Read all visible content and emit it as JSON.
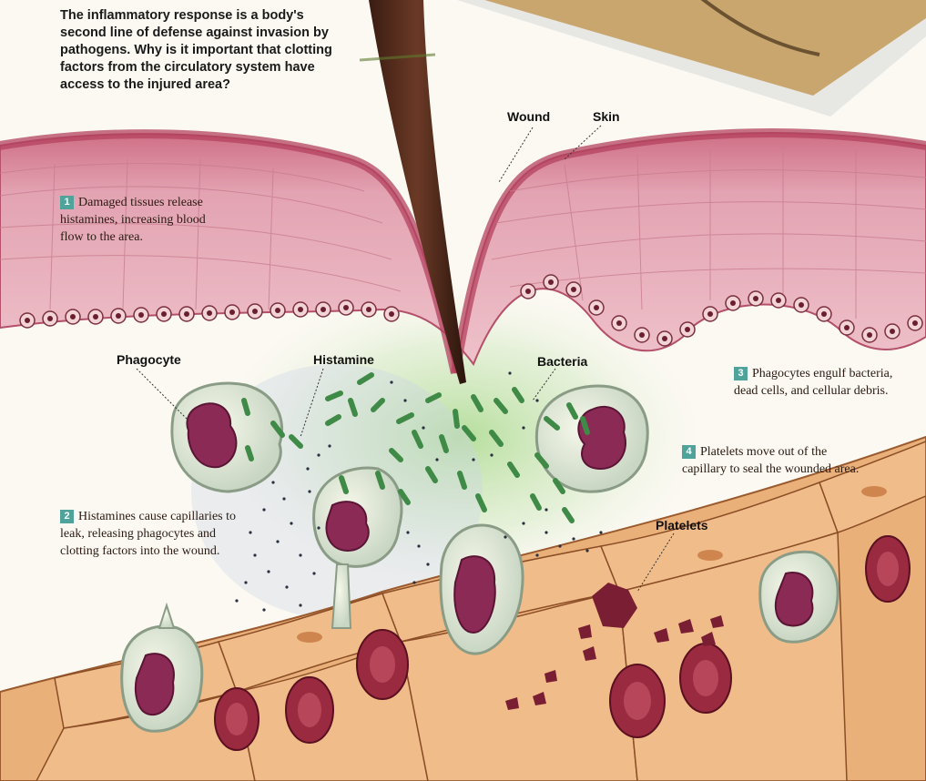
{
  "caption": "The inflammatory response is a body's second line of defense against invasion by pathogens. Why is it important that clotting factors from the circulatory system have access to the injured area?",
  "labels": {
    "wound": "Wound",
    "skin": "Skin",
    "phagocyte": "Phagocyte",
    "histamine": "Histamine",
    "bacteria": "Bacteria",
    "platelets": "Platelets"
  },
  "steps": [
    {
      "num": "1",
      "text": "Damaged tissues release histamines, increasing blood flow to the area."
    },
    {
      "num": "2",
      "text": "Histamines cause capillaries to leak, releasing phagocytes and clotting factors into the wound."
    },
    {
      "num": "3",
      "text": "Phagocytes engulf bacteria, dead cells, and cellular debris."
    },
    {
      "num": "4",
      "text": "Platelets move out of the capillary to seal the wounded area."
    }
  ],
  "colors": {
    "skin_surface": "#c65f7a",
    "tissue": "#e9b3be",
    "capillary": "#eab07a",
    "red_cell": "#9a2a3f",
    "bacteria": "#3f8a46",
    "nucleus": "#8a2a55",
    "accent": "#4fa39a"
  }
}
